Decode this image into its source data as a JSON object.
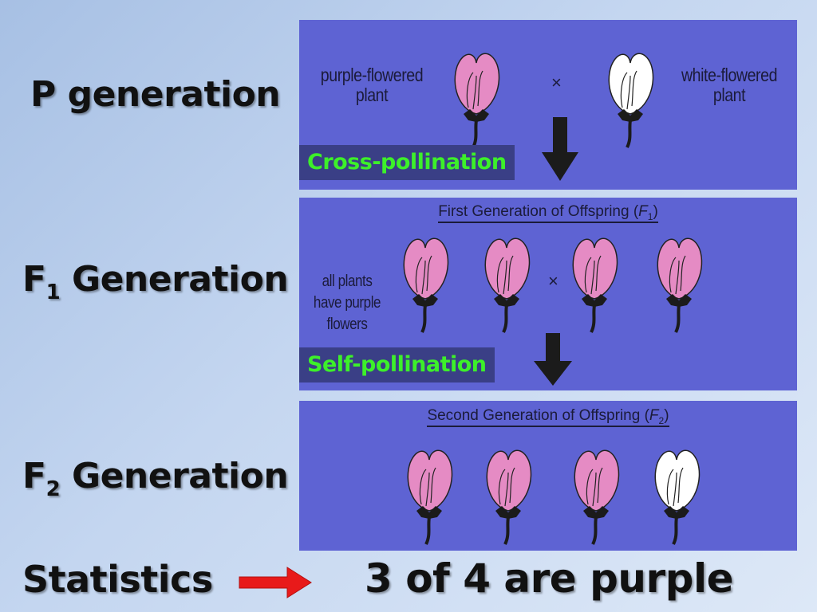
{
  "labels": {
    "p_generation": "P generation",
    "f1_prefix": "F",
    "f1_sub": "1",
    "f1_suffix": " Generation",
    "f2_prefix": "F",
    "f2_sub": "2",
    "f2_suffix": " Generation",
    "statistics": "Statistics",
    "result": "3 of 4 are purple"
  },
  "panel1": {
    "left_text_line1": "purple-flowered",
    "left_text_line2": "plant",
    "right_text_line1": "white-flowered",
    "right_text_line2": "plant",
    "cross_symbol": "×",
    "callout": "Cross-pollination"
  },
  "panel2": {
    "heading_prefix": "First Generation of Offspring (",
    "heading_var": "F",
    "heading_sub": "1",
    "heading_suffix": ")",
    "text_line1": "all plants",
    "text_line2": "have purple",
    "text_line3": "flowers",
    "cross_symbol": "×",
    "callout": "Self-pollination"
  },
  "panel3": {
    "heading_prefix": "Second Generation of Offspring (",
    "heading_var": "F",
    "heading_sub": "2",
    "heading_suffix": ")"
  },
  "colors": {
    "panel_bg": "#5e63d3",
    "purple_flower": "#e58bc4",
    "white_flower": "#ffffff",
    "callout_text": "#3df02a",
    "arrow_red": "#e81a1a"
  },
  "icons": {
    "flower": "flower-icon",
    "down_arrow": "down-arrow-icon",
    "right_arrow": "right-arrow-icon"
  }
}
